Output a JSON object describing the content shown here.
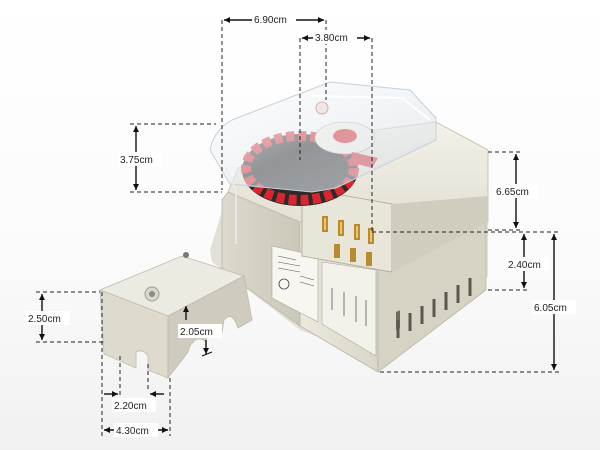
{
  "scene": {
    "subject": "timer-switch-with-dimensions",
    "accent_red": "#d8262e",
    "housing_color": "#e6e3d6"
  },
  "dimensions": {
    "width_top": "6.90cm",
    "cover_width": "3.80cm",
    "cover_height": "3.75cm",
    "body_height": "6.65cm",
    "terminal_height": "2.40cm",
    "total_height": "6.05cm",
    "cap_height": "2.50cm",
    "slot_height": "2.05cm",
    "cap_depth": "2.20cm",
    "cap_width": "4.30cm"
  }
}
